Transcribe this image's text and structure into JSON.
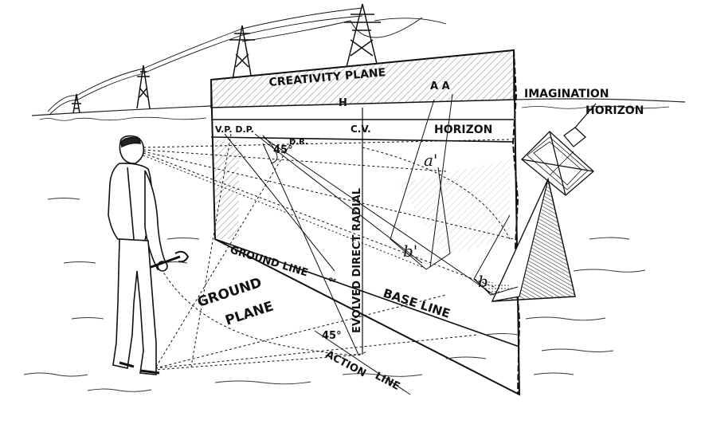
{
  "labels": {
    "creativity_plane": "CREATIVITY PLANE",
    "aa": "A A",
    "h": "H",
    "imagination": "IMAGINATION",
    "horizon_right": "HORIZON",
    "vp_dp": "V.P. D.P.",
    "cv": "C.V.",
    "horizon_plane": "HORIZON",
    "dr": "D.R.",
    "angle_top": "45°",
    "a_prime": "a'",
    "evolved_direct_radial": "EVOLVED DIRECT RADIAL",
    "ground_line": "GROUND LINE",
    "or": "or",
    "b_prime": "b'",
    "b": "b",
    "base_line": "BASE LINE",
    "ground": "GROUND",
    "plane": "PLANE",
    "angle_bottom": "45°",
    "action": "ACTION",
    "line": "LINE"
  },
  "colors": {
    "ink": "#111111",
    "paper": "#ffffff",
    "hatch": "#555555"
  },
  "icons": {
    "figure": "man-holding-wrench",
    "pylons": "transmission-towers",
    "object": "pyramid-with-kite"
  }
}
